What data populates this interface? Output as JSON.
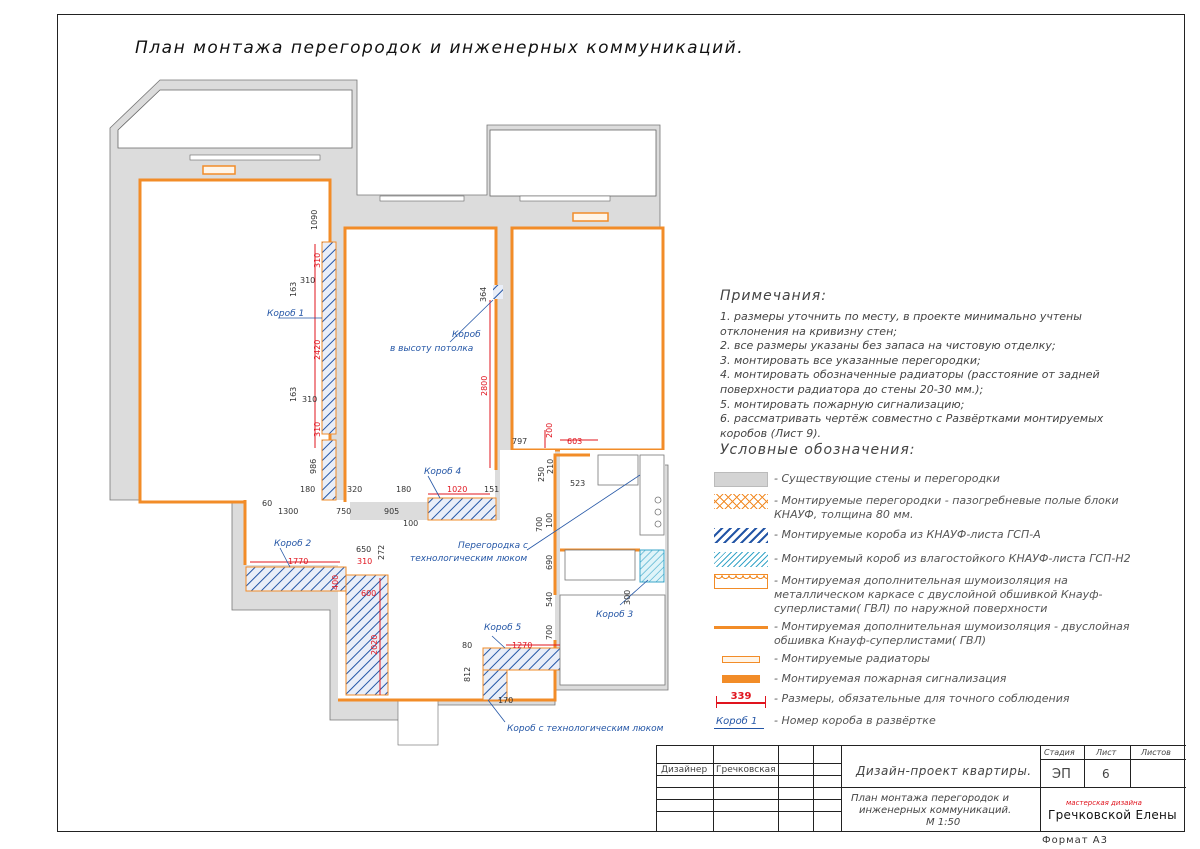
{
  "title": "План монтажа перегородок и инженерных коммуникаций.",
  "colors": {
    "wall": "#dcdcdc",
    "partition": "#f28c28",
    "box": "#2456a6",
    "box_wet": "#3aa6c9",
    "dimension": "#e0141e",
    "label": "#2456a6"
  },
  "plan_labels": {
    "box1": "Короб 1",
    "box_ceiling_1": "Короб",
    "box_ceiling_2": "в высоту потолка",
    "box4": "Короб 4",
    "box2": "Короб 2",
    "partition_hatch_1": "Перегородка с",
    "partition_hatch_2": "технологическим люком",
    "box3": "Короб 3",
    "box5": "Короб 5",
    "box_hatch": "Короб с технологическим люком"
  },
  "dimensions": {
    "d1090": "1090",
    "d310a": "310",
    "d163a": "163",
    "d310b": "310",
    "d2420": "2420",
    "d163b": "163",
    "d310c": "310",
    "d310d": "310",
    "d986": "986",
    "d180a": "180",
    "d320": "320",
    "d60": "60",
    "d1300": "1300",
    "d750": "750",
    "d905": "905",
    "d180b": "180",
    "d1020": "1020",
    "d151": "151",
    "d100a": "100",
    "d364": "364",
    "d2800": "2800",
    "d797": "797",
    "d603": "603",
    "d200": "200",
    "d250": "250",
    "d210": "210",
    "d523": "523",
    "d700a": "700",
    "d100b": "100",
    "d690": "690",
    "d540": "540",
    "d700b": "700",
    "d300": "300",
    "d650": "650",
    "d272": "272",
    "d1770": "1770",
    "d310e": "310",
    "d400": "400",
    "d600": "600",
    "d2020": "2020",
    "d80": "80",
    "d1270": "1270",
    "d812": "812",
    "d170": "170"
  },
  "notes": {
    "heading": "Примечания:",
    "items": [
      "1. размеры уточнить по месту, в проекте минимально учтены",
      "отклонения на кривизну стен;",
      "2. все размеры указаны без запаса на чистовую отделку;",
      "3. монтировать все указанные перегородки;",
      "4. монтировать обозначенные радиаторы (расстояние от задней",
      "поверхности радиатора до стены 20-30 мм.);",
      "5. монтировать пожарную сигнализацию;",
      "6. рассматривать чертёж совместно с Развёртками монтируемых",
      "коробов (Лист 9)."
    ]
  },
  "legend": {
    "heading": "Условные обозначения:",
    "items": [
      {
        "text": "- Существующие стены и перегородки",
        "icon": "existing-wall-swatch"
      },
      {
        "text": "- Монтируемые перегородки - пазогребневые полые блоки КНАУФ, толщина 80 мм.",
        "icon": "block-partition-swatch"
      },
      {
        "text": "- Монтируемые короба из КНАУФ-листа ГСП-А",
        "icon": "gsp-a-box-swatch"
      },
      {
        "text": "- Монтируемый короб из влагостойкого КНАУФ-листа ГСП-Н2",
        "icon": "gsp-h2-box-swatch"
      },
      {
        "text": "- Монтируемая дополнительная шумоизоляция на металлическом каркасе с двуслойной обшивкой Кнауф-суперлистами( ГВЛ) по наружной поверхности",
        "icon": "soundproof-frame-swatch"
      },
      {
        "text": "- Монтируемая дополнительная шумоизоляция - двуслойная обшивка Кнауф-суперлистами( ГВЛ)",
        "icon": "soundproof-line-swatch"
      },
      {
        "text": "- Монтируемые радиаторы",
        "icon": "radiator-swatch"
      },
      {
        "text": "- Монтируемая пожарная сигнализация",
        "icon": "fire-alarm-swatch"
      },
      {
        "text": "- Размеры, обязательные для точного соблюдения",
        "icon": "dimension-swatch",
        "value": "339"
      },
      {
        "text": "- Номер короба в развёртке",
        "icon": "box-number-swatch",
        "value": "Короб 1"
      }
    ]
  },
  "stamp": {
    "role": "Дизайнер",
    "designer": "Гречковская",
    "project": "Дизайн-проект квартиры.",
    "sheet_title_1": "План   монтажа перегородок и",
    "sheet_title_2": "инженерных коммуникаций.",
    "scale": "М 1:50",
    "stage_label": "Стадия",
    "sheet_label": "Лист",
    "sheets_label": "Листов",
    "stage": "ЭП",
    "sheet": "6",
    "sheets": "",
    "studio_small": "мастерская дизайна",
    "studio": "Гречковской Елены",
    "format": "Формат А3"
  }
}
